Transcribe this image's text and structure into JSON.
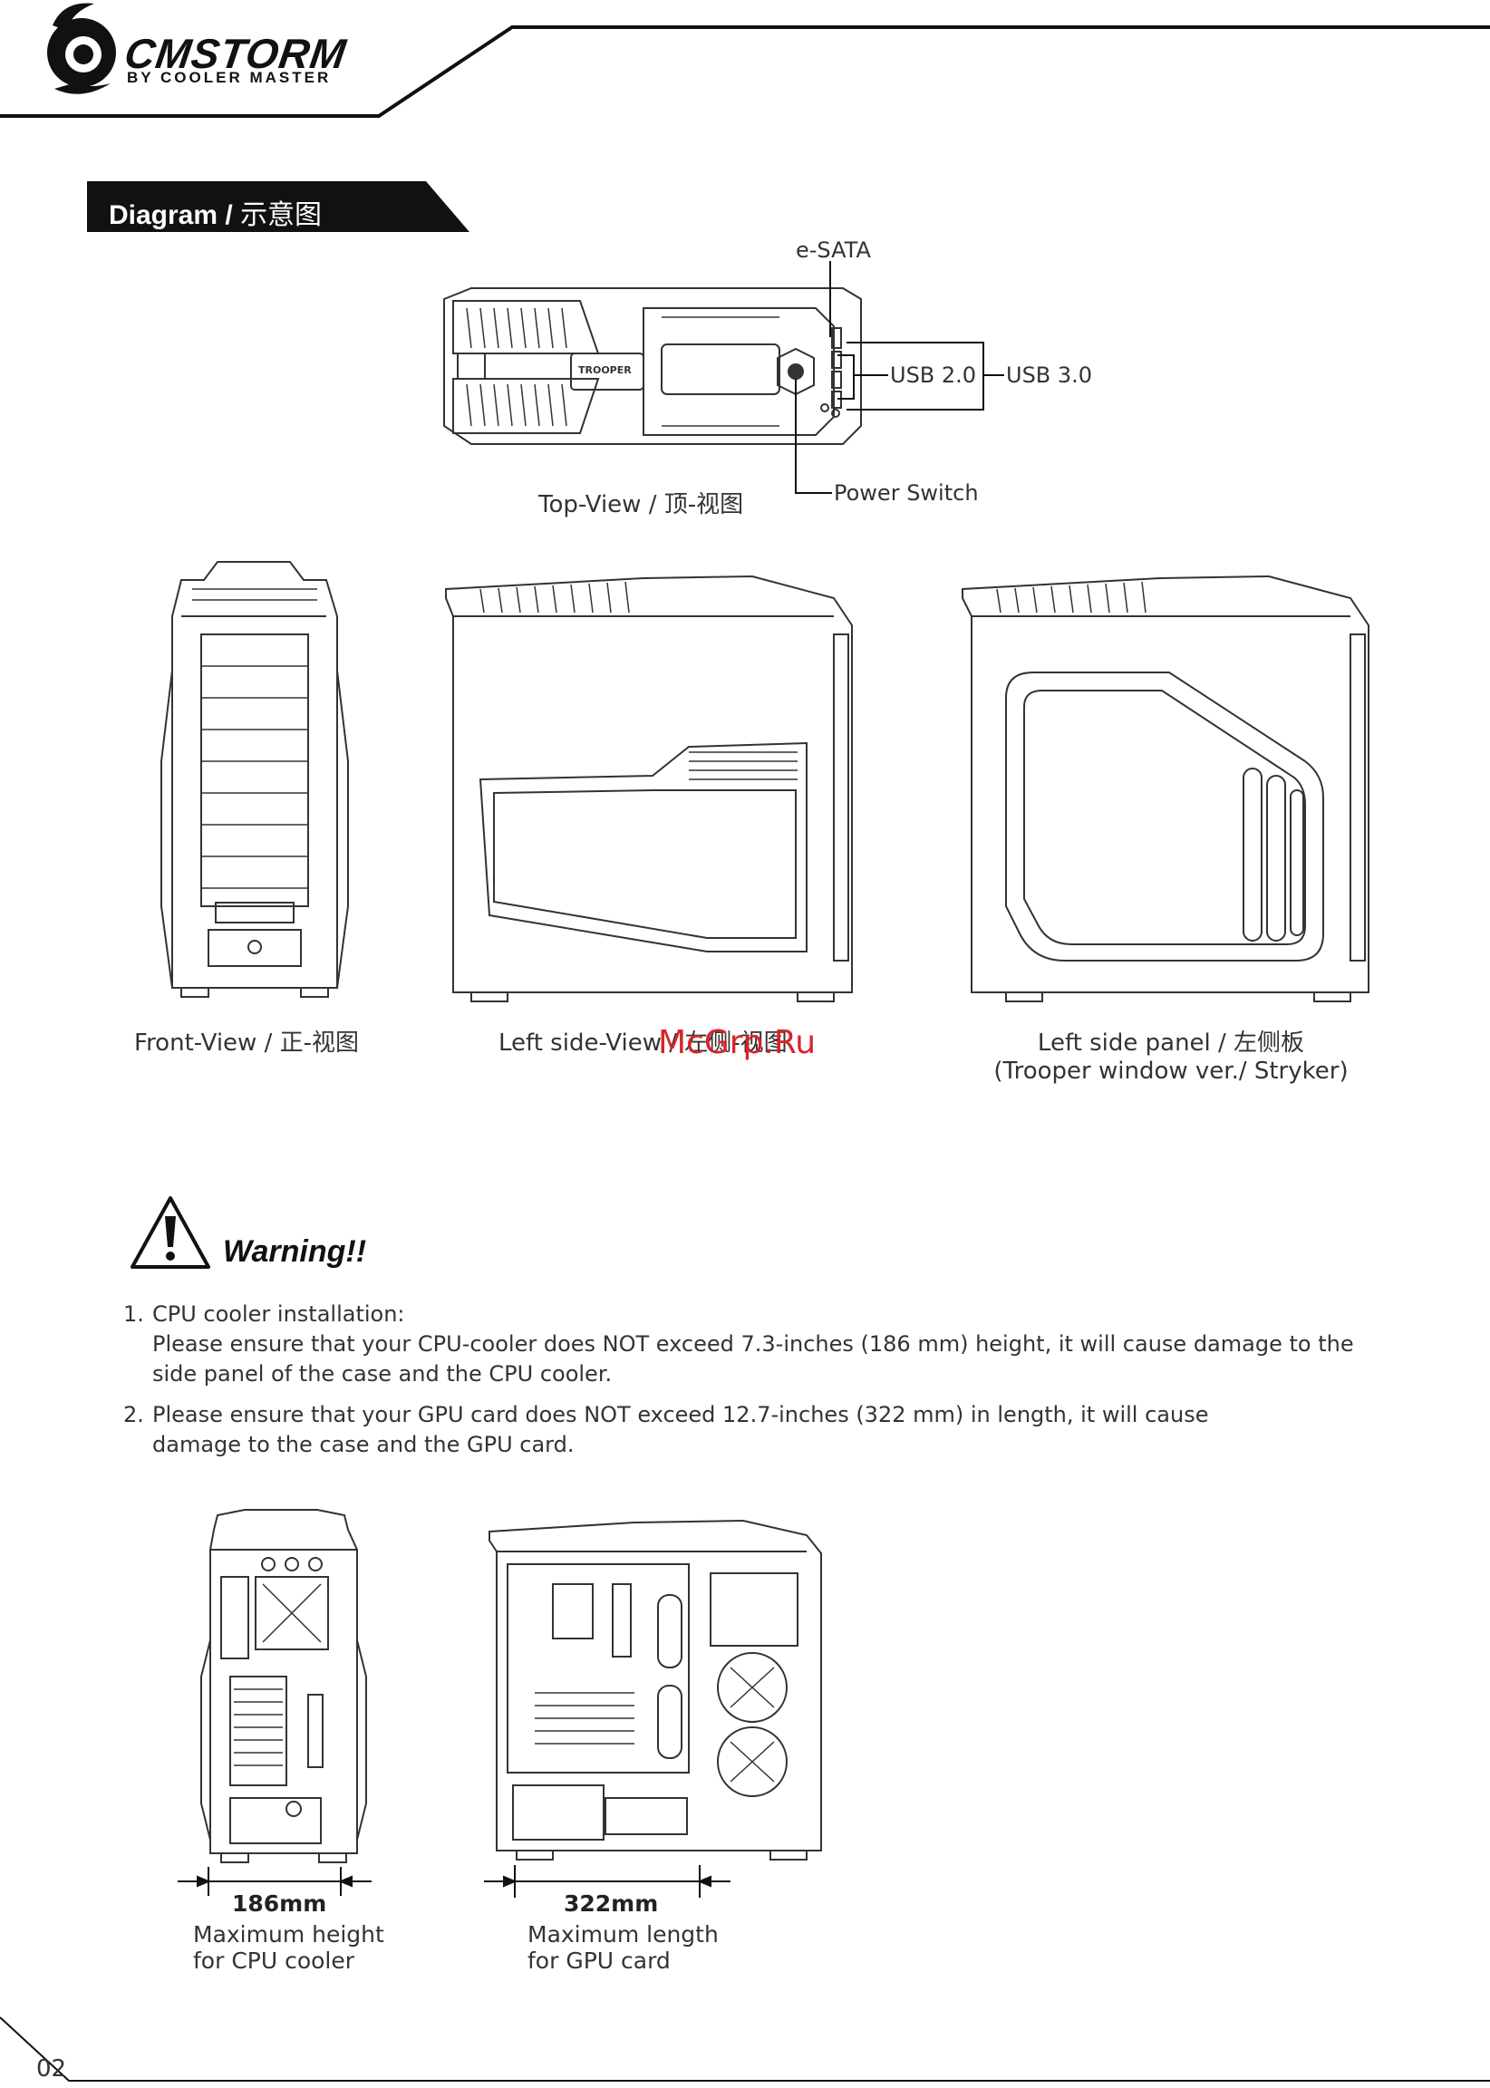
{
  "header": {
    "brand_name": "CMSTORM",
    "brand_sub": "BY COOLER MASTER"
  },
  "section": {
    "title_bold": "Diagram",
    "title_sep": " / ",
    "title_cn": "示意图"
  },
  "top_view": {
    "labels": {
      "esata": "e-SATA",
      "usb2": "USB 2.0",
      "usb3": "USB 3.0",
      "power": "Power Switch"
    },
    "caption": "Top-View / 顶-视图",
    "panel_text": "TROOPER"
  },
  "views": {
    "front_caption": "Front-View / 正-视图",
    "left_caption": "Left side-View / 左侧-视图",
    "panel_caption_1": "Left side panel / 左侧板",
    "panel_caption_2": "(Trooper window ver./ Stryker)"
  },
  "warning": {
    "title": "Warning!!",
    "items": [
      {
        "num": "1.",
        "line1": "CPU cooler installation:",
        "line2": "Please ensure that your CPU-cooler does NOT exceed 7.3-inches (186 mm) height, it will cause damage to the side panel of the case and the CPU cooler."
      },
      {
        "num": "2.",
        "line1": "Please ensure that your GPU card does NOT exceed 12.7-inches (322 mm) in length, it will cause damage to the case and the GPU card."
      }
    ]
  },
  "dimensions": {
    "cpu": {
      "value": "186mm",
      "desc1": "Maximum height",
      "desc2": "for CPU cooler"
    },
    "gpu": {
      "value": "322mm",
      "desc1": "Maximum length",
      "desc2": "for GPU card"
    }
  },
  "footer": {
    "page_number": "02",
    "watermark": "McGrp.Ru"
  }
}
